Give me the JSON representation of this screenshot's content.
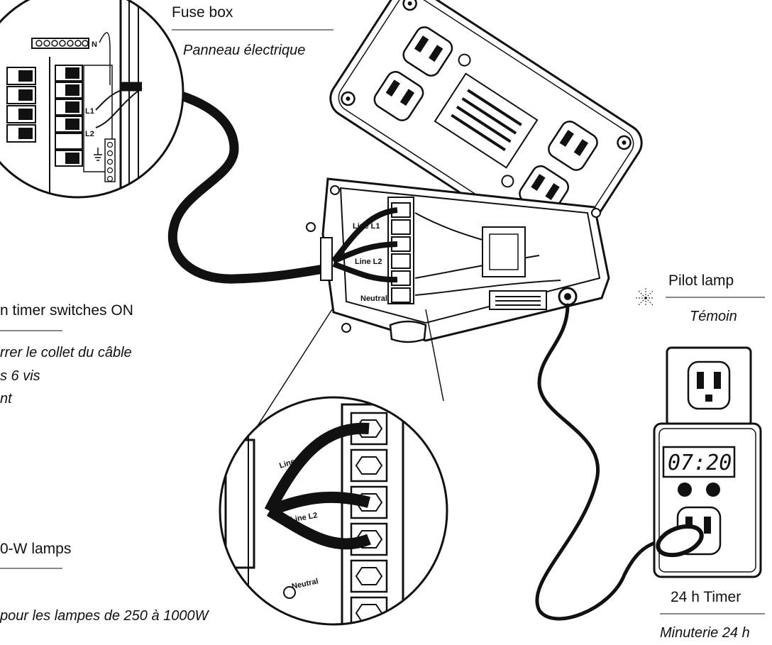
{
  "labels": {
    "fuse_box": {
      "en": "Fuse box",
      "fr": "Panneau électrique"
    },
    "pilot_lamp": {
      "en": "Pilot lamp",
      "fr": "Témoin"
    },
    "timer": {
      "en": "24 h Timer",
      "fr": "Minuterie 24 h"
    },
    "timer_switch": {
      "en": "n timer switches ON"
    },
    "cable_note": {
      "line1": "rrer le collet du câble",
      "line2": "s 6 vis",
      "line3": "nt"
    },
    "lamps": {
      "en": "0-W lamps",
      "fr": "pour les lampes de 250 à 1000W"
    }
  },
  "fuse_panel": {
    "n": "N",
    "l1": "L1",
    "l2": "L2"
  },
  "terminals": {
    "line_l1": "Line L1",
    "line_l2": "Line L2",
    "neutral": "Neutral"
  },
  "zoom_terminals": {
    "line_l1": "Line L1",
    "line_l2": "Line L2",
    "neutral": "Neutral"
  },
  "timer_display": "07:20"
}
